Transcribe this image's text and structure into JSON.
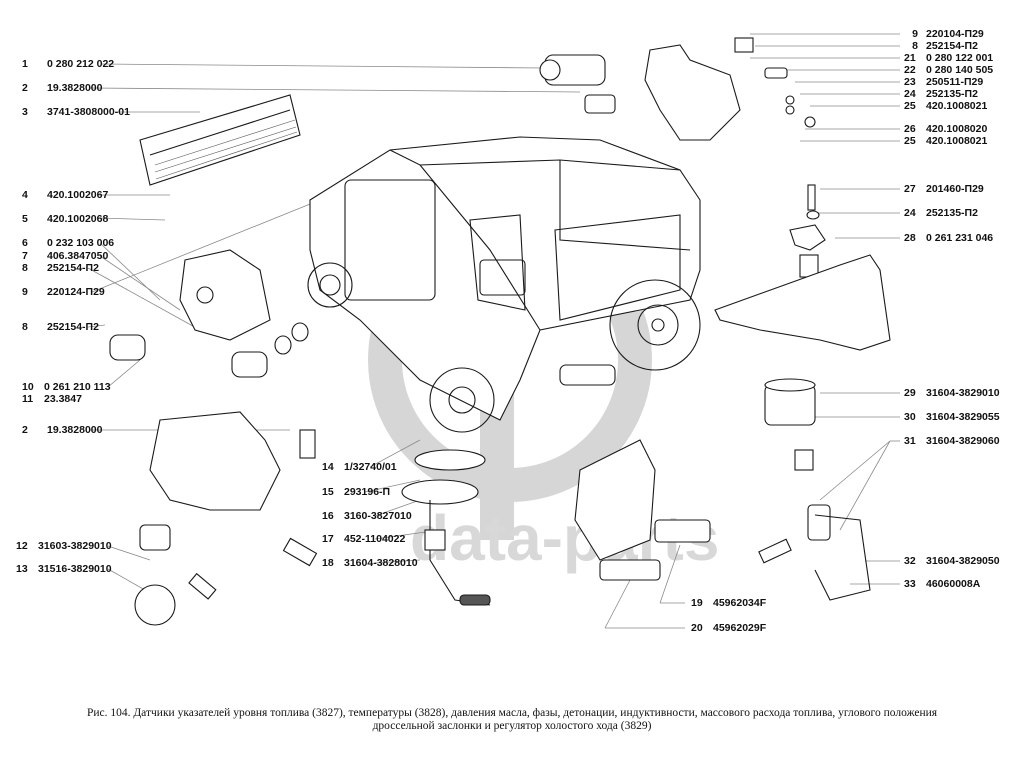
{
  "figure": {
    "watermark_text": "data-parts",
    "watermark_color": "#d8d8d8",
    "line_color": "#1a1a1a",
    "leader_color": "#8a8a8a"
  },
  "labels_left": [
    {
      "num": "1",
      "code": "0 280 212 022"
    },
    {
      "num": "2",
      "code": "19.3828000"
    },
    {
      "num": "3",
      "code": "3741-3808000-01"
    },
    {
      "num": "4",
      "code": "420.1002067"
    },
    {
      "num": "5",
      "code": "420.1002068"
    },
    {
      "num": "6",
      "code": "0 232 103 006"
    },
    {
      "num": "7",
      "code": "406.3847050"
    },
    {
      "num": "8",
      "code": "252154-П2"
    },
    {
      "num": "9",
      "code": "220124-П29"
    },
    {
      "num": "8",
      "code": "252154-П2"
    },
    {
      "num": "10",
      "code": "0 261 210 113"
    },
    {
      "num": "11",
      "code": "23.3847"
    },
    {
      "num": "2",
      "code": "19.3828000"
    },
    {
      "num": "12",
      "code": "31603-3829010"
    },
    {
      "num": "13",
      "code": "31516-3829010"
    }
  ],
  "labels_center": [
    {
      "num": "14",
      "code": "1/32740/01"
    },
    {
      "num": "15",
      "code": "293196-П"
    },
    {
      "num": "16",
      "code": "3160-3827010"
    },
    {
      "num": "17",
      "code": "452-1104022"
    },
    {
      "num": "18",
      "code": "31604-3828010"
    },
    {
      "num": "19",
      "code": "45962034F"
    },
    {
      "num": "20",
      "code": "45962029F"
    }
  ],
  "labels_right": [
    {
      "num": "9",
      "code": "220104-П29"
    },
    {
      "num": "8",
      "code": "252154-П2"
    },
    {
      "num": "21",
      "code": "0 280 122 001"
    },
    {
      "num": "22",
      "code": "0 280 140 505"
    },
    {
      "num": "23",
      "code": "250511-П29"
    },
    {
      "num": "24",
      "code": "252135-П2"
    },
    {
      "num": "25",
      "code": "420.1008021"
    },
    {
      "num": "26",
      "code": "420.1008020"
    },
    {
      "num": "25",
      "code": "420.1008021"
    },
    {
      "num": "27",
      "code": "201460-П29"
    },
    {
      "num": "24",
      "code": "252135-П2"
    },
    {
      "num": "28",
      "code": "0 261 231 046"
    },
    {
      "num": "29",
      "code": "31604-3829010"
    },
    {
      "num": "30",
      "code": "31604-3829055"
    },
    {
      "num": "31",
      "code": "31604-3829060"
    },
    {
      "num": "32",
      "code": "31604-3829050"
    },
    {
      "num": "33",
      "code": "46060008A"
    }
  ],
  "caption": {
    "line1": "Рис. 104. Датчики указателей уровня топлива (3827), температуры (3828), давления масла, фазы, детонации, индуктивности, массового расхода топлива, углового положения",
    "line2": "дроссельной заслонки и регулятор холостого хода (3829)"
  }
}
